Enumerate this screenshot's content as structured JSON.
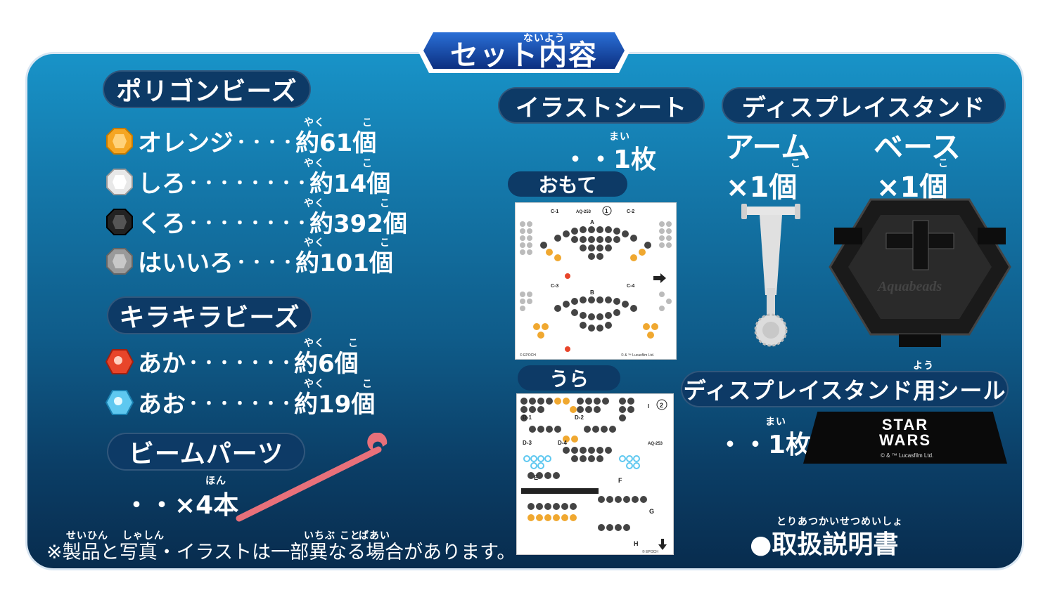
{
  "header": {
    "title": "セット内容",
    "title_ruby": "ないよう"
  },
  "polygon": {
    "heading": "ポリゴンビーズ",
    "items": [
      {
        "name": "オレンジ",
        "dots": "・・・・",
        "qty": "約61個",
        "ruby1": "やく",
        "ruby2": "こ",
        "color": "#f5a623"
      },
      {
        "name": "しろ",
        "dots": "・・・・・・・・",
        "qty": "約14個",
        "ruby1": "やく",
        "ruby2": "こ",
        "color": "#e8e8e8"
      },
      {
        "name": "くろ",
        "dots": "・・・・・・・・",
        "qty": "約392個",
        "ruby1": "やく",
        "ruby2": "こ",
        "color": "#222222"
      },
      {
        "name": "はいいろ",
        "dots": "・・・・",
        "qty": "約101個",
        "ruby1": "やく",
        "ruby2": "こ",
        "color": "#9a9a9a"
      }
    ]
  },
  "kirakira": {
    "heading": "キラキラビーズ",
    "items": [
      {
        "name": "あか",
        "dots": "・・・・・・・",
        "qty": "約6個",
        "ruby1": "やく",
        "ruby2": "こ",
        "color": "#e8452a"
      },
      {
        "name": "あお",
        "dots": "・・・・・・・",
        "qty": "約19個",
        "ruby1": "やく",
        "ruby2": "こ",
        "color": "#5ec8f0"
      }
    ]
  },
  "beam": {
    "heading": "ビームパーツ",
    "qty": "・・×4本",
    "ruby": "ほん"
  },
  "illust": {
    "heading": "イラストシート",
    "qty": "・・1枚",
    "ruby": "まい",
    "front_label": "おもて",
    "back_label": "うら",
    "front_code": "AQ-253",
    "front_marks": {
      "c1": "C-1",
      "c2": "C-2",
      "c3": "C-3",
      "c4": "C-4",
      "a": "A",
      "b": "B",
      "num": "1"
    },
    "back_marks": {
      "d1": "D-1",
      "d2": "D-2",
      "d3": "D-3",
      "d4": "D-4",
      "e": "E",
      "f": "F",
      "g": "G",
      "h": "H",
      "i": "I",
      "num": "2"
    },
    "copyright": "© & ™ Lucasfilm Ltd.",
    "epoch": "© EPOCH"
  },
  "stand": {
    "heading": "ディスプレイスタンド",
    "arm_label": "アーム",
    "arm_qty": "×1個",
    "base_label": "ベース",
    "base_qty": "×1個",
    "ruby": "こ",
    "logo": "Aquabeads"
  },
  "seal": {
    "heading": "ディスプレイスタンド用シール",
    "heading_ruby": "よう",
    "qty": "・・1枚",
    "ruby": "まい",
    "logo_line1": "STAR",
    "logo_line2": "WARS",
    "copyright": "© & ™ Lucasfilm Ltd."
  },
  "manual": {
    "label": "●取扱説明書",
    "ruby": "とりあつかいせつめいしょ"
  },
  "note": {
    "text": "※製品と写真・イラストは一部異なる場合があります。"
  }
}
